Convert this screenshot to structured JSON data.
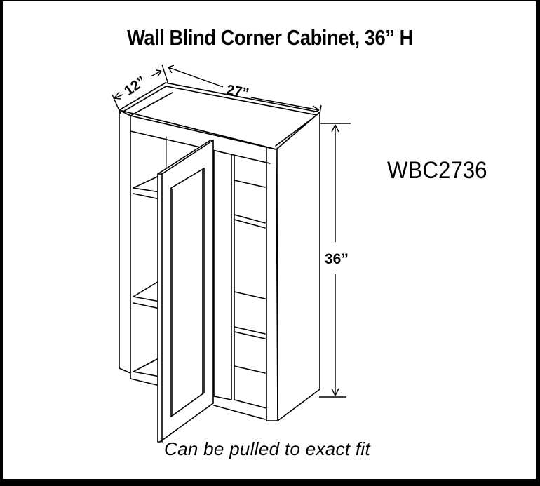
{
  "title": "Wall Blind Corner Cabinet, 36” H",
  "model_code": "WBC2736",
  "caption": "Can be pulled to exact fit",
  "dimensions": {
    "depth": "12”",
    "width": "27”",
    "height": "36”"
  },
  "colors": {
    "background": "#ffffff",
    "line": "#000000",
    "border": "#000000"
  }
}
